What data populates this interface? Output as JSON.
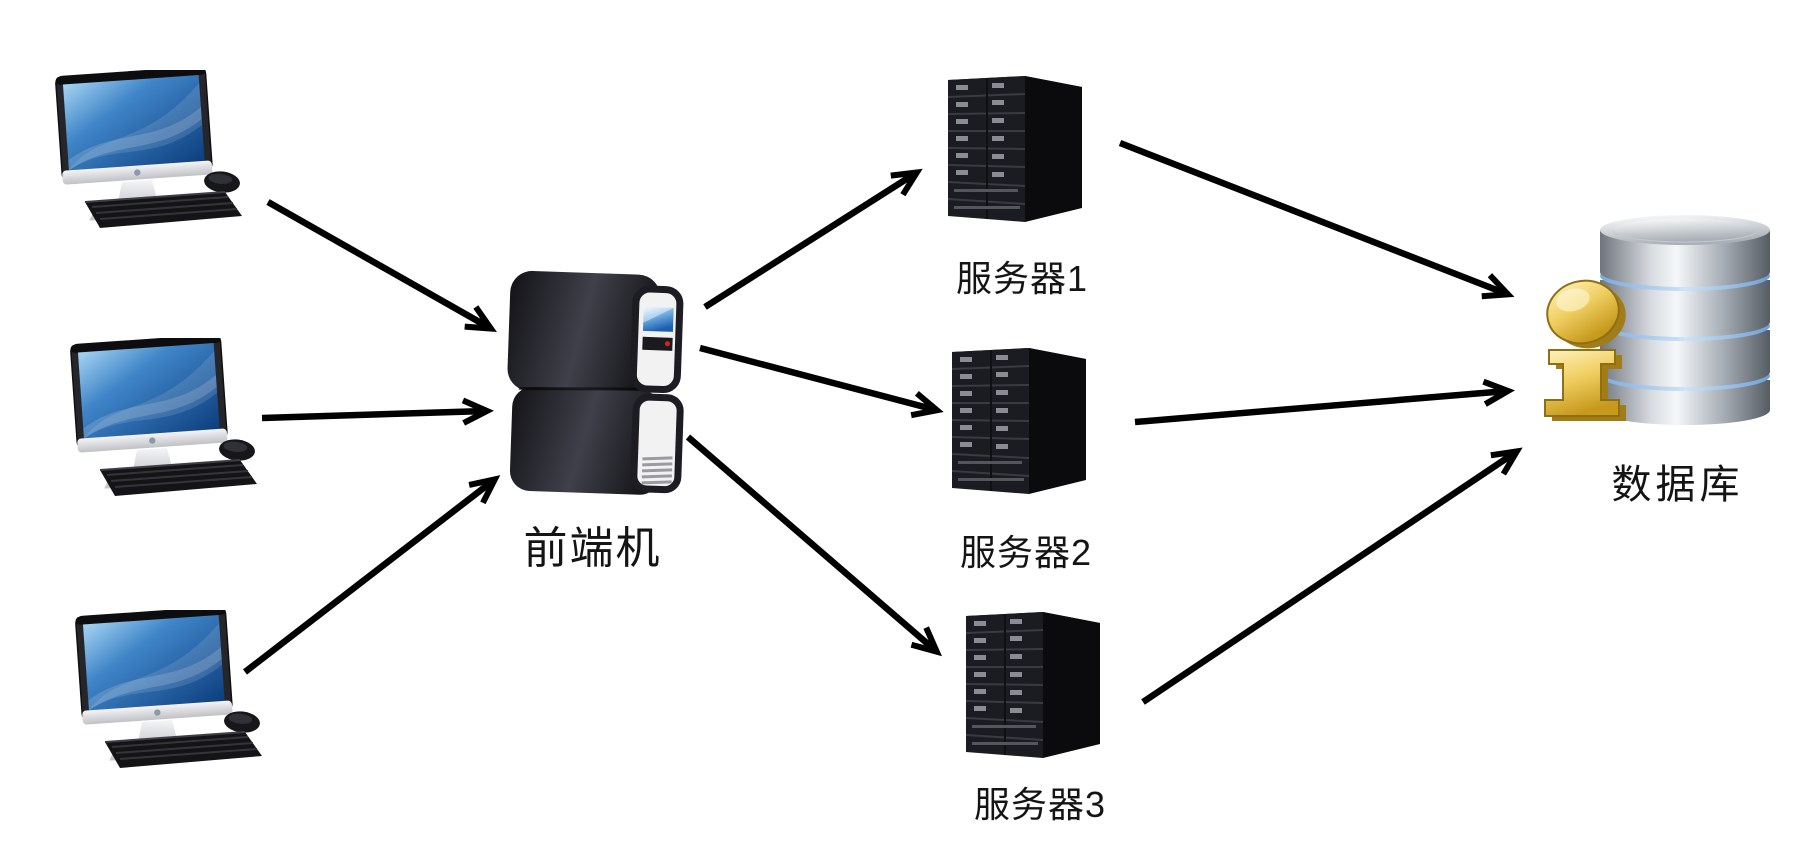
{
  "diagram": {
    "title": "front-end load balancing architecture",
    "nodes": {
      "client1": {
        "icon": "desktop-computer-icon",
        "label": ""
      },
      "client2": {
        "icon": "desktop-computer-icon",
        "label": ""
      },
      "client3": {
        "icon": "desktop-computer-icon",
        "label": ""
      },
      "frontend": {
        "icon": "tower-gateway-icon",
        "label": "前端机"
      },
      "server1": {
        "icon": "rack-server-icon",
        "label": "服务器1"
      },
      "server2": {
        "icon": "rack-server-icon",
        "label": "服务器2"
      },
      "server3": {
        "icon": "rack-server-icon",
        "label": "服务器3"
      },
      "database": {
        "icon": "database-info-icon",
        "label": "数据库"
      }
    },
    "edges": [
      {
        "from": "client1",
        "to": "frontend"
      },
      {
        "from": "client2",
        "to": "frontend"
      },
      {
        "from": "client3",
        "to": "frontend"
      },
      {
        "from": "frontend",
        "to": "server1"
      },
      {
        "from": "frontend",
        "to": "server2"
      },
      {
        "from": "frontend",
        "to": "server3"
      },
      {
        "from": "server1",
        "to": "database"
      },
      {
        "from": "server2",
        "to": "database"
      },
      {
        "from": "server3",
        "to": "database"
      }
    ],
    "colors": {
      "background": "#ffffff",
      "arrow": "#000000",
      "label_text": "#141414",
      "screen_blue": "#2e6db4",
      "tower_body": "#26262e",
      "server_body": "#1b1b22",
      "db_silver": "#c9cfd5",
      "db_band_blue": "#9fc6ee",
      "db_info_gold": "#e8c34a"
    }
  }
}
